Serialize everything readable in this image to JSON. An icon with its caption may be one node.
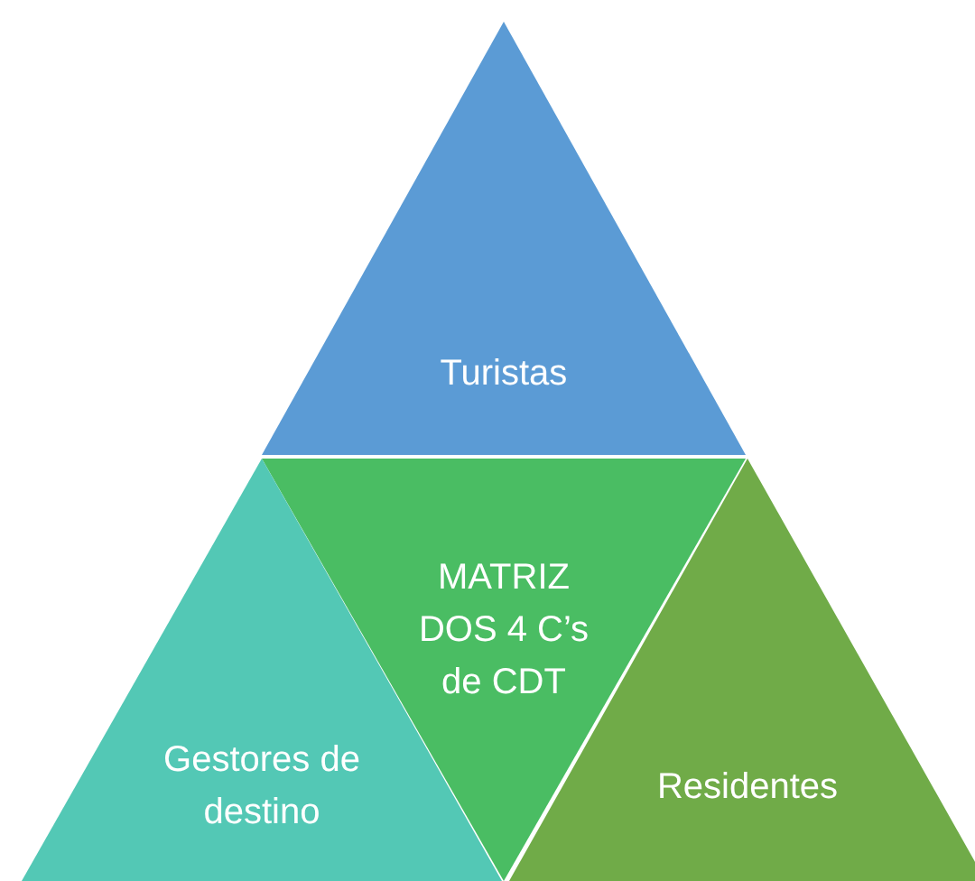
{
  "diagram": {
    "nodes": [
      {
        "text": [
          "Turistas"
        ]
      },
      {
        "text": [
          "MATRIZ DOS 4 C’s de CDT"
        ]
      },
      {
        "text": [
          "Gestores de destino"
        ]
      },
      {
        "text": [
          "Residentes"
        ]
      }
    ]
  }
}
